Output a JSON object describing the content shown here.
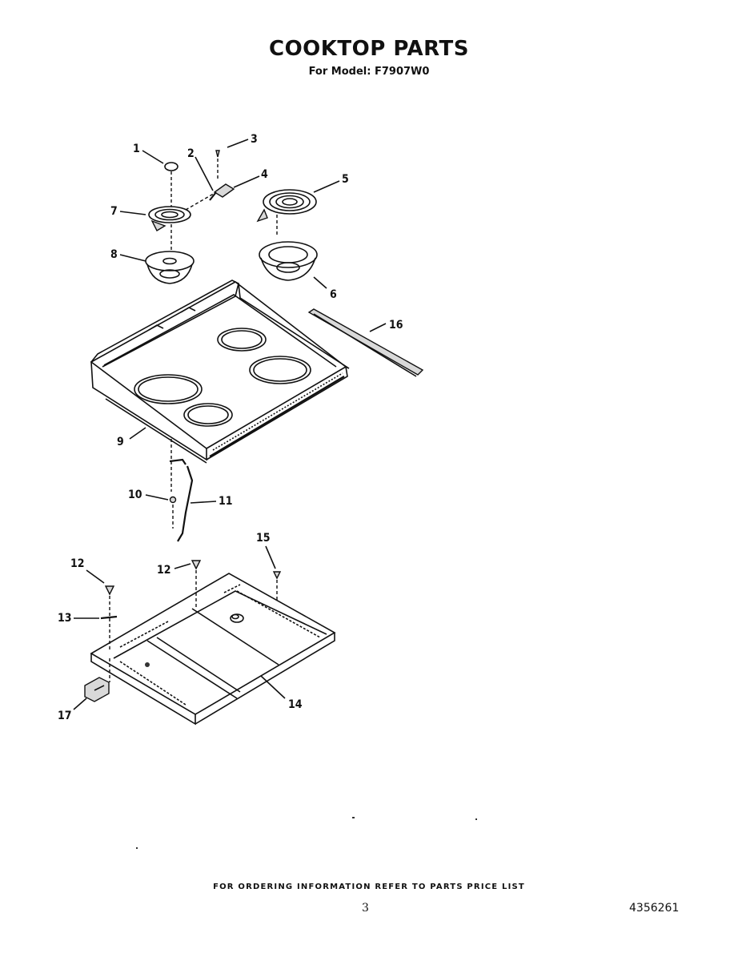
{
  "title": "COOKTOP PARTS",
  "subtitle": "For Model: F7907W0",
  "footer": "FOR ORDERING INFORMATION REFER TO PARTS PRICE LIST",
  "page_number": "3",
  "document_number": "4356261",
  "callouts": {
    "c1": "1",
    "c2": "2",
    "c3": "3",
    "c4": "4",
    "c5": "5",
    "c6": "6",
    "c7": "7",
    "c8": "8",
    "c9": "9",
    "c10": "10",
    "c11": "11",
    "c12a": "12",
    "c12b": "12",
    "c13": "13",
    "c14": "14",
    "c15": "15",
    "c16": "16",
    "c17": "17"
  }
}
